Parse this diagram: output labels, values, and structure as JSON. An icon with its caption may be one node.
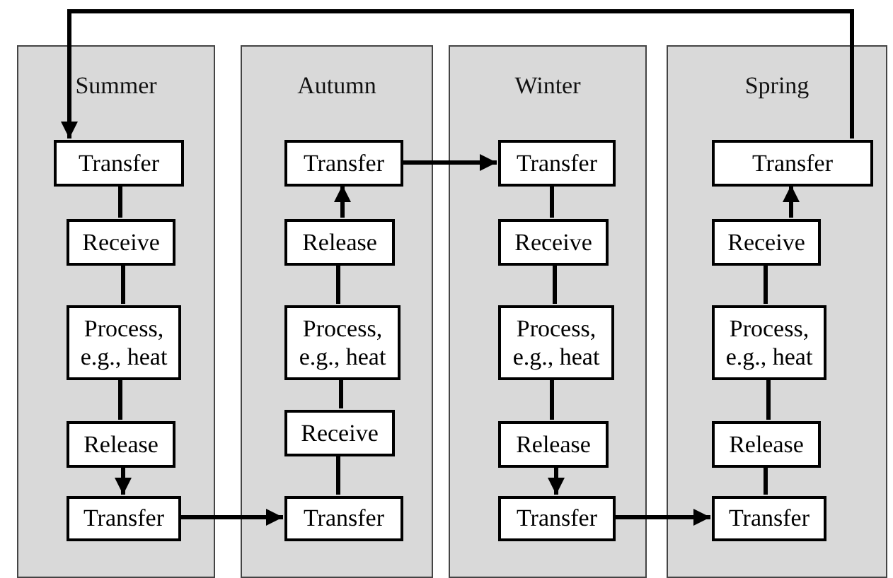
{
  "diagram": {
    "nodes": [
      {
        "text": [
          "Summer"
        ]
      },
      {
        "text": [
          "Transfer"
        ],
        "in": 0
      },
      {
        "text": [
          "Receive"
        ],
        "in": 0
      },
      {
        "text": [
          "Process, e.g., heat"
        ],
        "in": 0
      },
      {
        "text": [
          "Release"
        ],
        "in": 0
      },
      {
        "text": [
          "Transfer"
        ],
        "in": 0
      },
      {
        "text": [
          "Autumn"
        ]
      },
      {
        "text": [
          "Transfer"
        ],
        "in": 6
      },
      {
        "text": [
          "Release"
        ],
        "in": 6
      },
      {
        "text": [
          "Process, e.g., heat"
        ],
        "in": 6
      },
      {
        "text": [
          "Receive"
        ],
        "in": 6
      },
      {
        "text": [
          "Transfer"
        ],
        "in": 6
      },
      {
        "text": [
          "Winter"
        ]
      },
      {
        "text": [
          "Transfer"
        ],
        "in": 12
      },
      {
        "text": [
          "Receive"
        ],
        "in": 12
      },
      {
        "text": [
          "Process, e.g., heat"
        ],
        "in": 12
      },
      {
        "text": [
          "Release"
        ],
        "in": 12
      },
      {
        "text": [
          "Transfer"
        ],
        "in": 12
      },
      {
        "text": [
          "Spring"
        ]
      },
      {
        "text": [
          "Transfer"
        ],
        "in": 18
      },
      {
        "text": [
          "Receive"
        ],
        "in": 18
      },
      {
        "text": [
          "Process, e.g., heat"
        ],
        "in": 18
      },
      {
        "text": [
          "Release"
        ],
        "in": 18
      },
      {
        "text": [
          "Transfer"
        ],
        "in": 18
      }
    ],
    "edges": [
      {
        "from": 1,
        "to": 2,
        "arrow": "none"
      },
      {
        "from": 2,
        "to": 3,
        "arrow": "none"
      },
      {
        "from": 3,
        "to": 4,
        "arrow": "none"
      },
      {
        "from": 4,
        "to": 5,
        "arrow": "to"
      },
      {
        "from": 5,
        "to": 11,
        "arrow": "to"
      },
      {
        "from": 11,
        "to": 10,
        "arrow": "none"
      },
      {
        "from": 10,
        "to": 9,
        "arrow": "none"
      },
      {
        "from": 9,
        "to": 8,
        "arrow": "none"
      },
      {
        "from": 8,
        "to": 7,
        "arrow": "to"
      },
      {
        "from": 7,
        "to": 13,
        "arrow": "to"
      },
      {
        "from": 13,
        "to": 14,
        "arrow": "none"
      },
      {
        "from": 14,
        "to": 15,
        "arrow": "none"
      },
      {
        "from": 15,
        "to": 16,
        "arrow": "none"
      },
      {
        "from": 16,
        "to": 17,
        "arrow": "to"
      },
      {
        "from": 17,
        "to": 23,
        "arrow": "to"
      },
      {
        "from": 23,
        "to": 22,
        "arrow": "none"
      },
      {
        "from": 22,
        "to": 21,
        "arrow": "none"
      },
      {
        "from": 21,
        "to": 20,
        "arrow": "none"
      },
      {
        "from": 20,
        "to": 19,
        "arrow": "to"
      },
      {
        "from": 19,
        "to": 1,
        "arrow": "to"
      }
    ]
  }
}
